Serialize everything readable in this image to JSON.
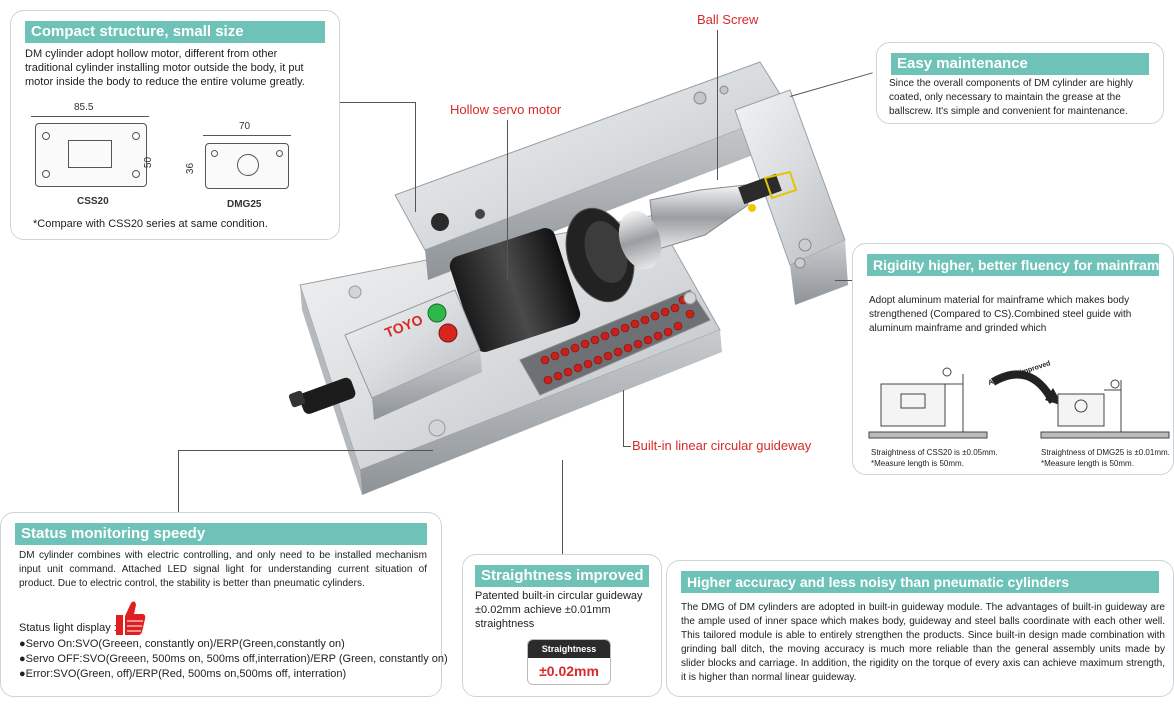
{
  "labels": {
    "ball_screw": "Ball Screw",
    "hollow_servo_motor": "Hollow servo motor",
    "guideway": "Built-in linear circular guideway"
  },
  "compact": {
    "title": "Compact structure, small size",
    "body": "DM cylinder adopt hollow motor, different from other traditional cylinder installing motor outside the body, it put motor inside the body to reduce the entire volume greatly.",
    "dim_css20_width": "85.5",
    "dim_css20_height": "50",
    "label_css20": "CSS20",
    "dim_dmg25_width": "70",
    "dim_dmg25_height": "36",
    "label_dmg25": "DMG25",
    "note": "*Compare with CSS20 series at same condition."
  },
  "maintenance": {
    "title": "Easy maintenance",
    "body": "Since the overall components of DM cylinder are highly coated, only necessary to maintain the grease at the ballscrew. It's simple and convenient for maintenance."
  },
  "rigidity": {
    "title": "Rigidity higher, better fluency for mainframe",
    "body": "Adopt aluminum material for mainframe which makes body strengthened (Compared to CS).Combined steel guide with aluminum mainframe and grinded which",
    "arrow_label": "Accuracy improved",
    "left_caption_1": "Straightness of CSS20 is ±0.05mm.",
    "left_caption_2": "*Measure length is 50mm.",
    "right_caption_1": "Straightness of DMG25 is ±0.01mm.",
    "right_caption_2": "*Measure length is 50mm."
  },
  "status": {
    "title": "Status monitoring speedy",
    "body": "DM cylinder combines with electric controlling, and only need to be installed mechanism input unit command. Attached LED signal light for understanding current situation of product. Due to electric control, the stability is better than pneumatic cylinders.",
    "display_label": "Status light display :",
    "items": [
      "●Servo On:SVO(Greeen, constantly on)/ERP(Green,constantly on)",
      "●Servo OFF:SVO(Greeen, 500ms on, 500ms off,interration)/ERP (Green, constantly on)",
      "●Error:SVO(Green, off)/ERP(Red, 500ms on,500ms off, interration)"
    ]
  },
  "straightness": {
    "title": "Straightness improved",
    "body": "Patented built-in circular guideway ±0.02mm achieve ±0.01mm straightness",
    "badge_label": "Straightness",
    "badge_value": "±0.02mm"
  },
  "accuracy": {
    "title": "Higher accuracy and less noisy than pneumatic cylinders",
    "body": "The DMG of DM cylinders are adopted in built-in guideway module. The advantages of built-in guideway are the ample used of inner space which makes body, guideway and steel balls coordinate with each other well. This tailored module is able to entirely strengthen the products. Since built-in design made combination with grinding ball ditch, the moving accuracy is much more reliable than the general assembly units made by slider blocks and carriage. In addition, the rigidity on the torque of every axis can achieve maximum strength, it is higher than normal linear guideway."
  },
  "product": {
    "logo": "TOYO"
  },
  "colors": {
    "title_bg": "#6fc2b8",
    "callout_red": "#d72a2a",
    "led_green": "#2fb84a",
    "led_red": "#d8261f"
  }
}
